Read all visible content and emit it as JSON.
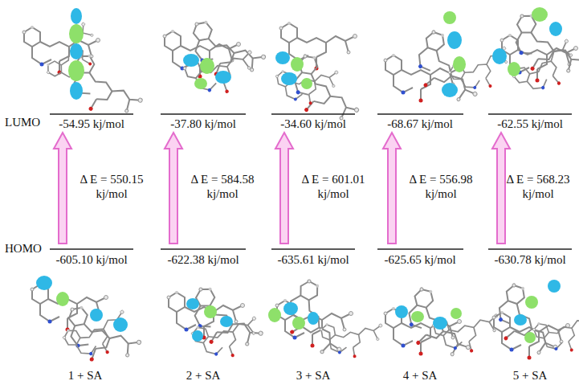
{
  "diagram": {
    "labels": [
      "LUMO",
      "-54.95 kj/mol",
      "-37.80 kj/mol",
      "-34.60 kj/mol",
      "-68.67 kj/mol",
      "-62.55 kj/mol",
      "Δ E = 550.15 kj/mol",
      "Δ E = 584.58 kj/mol",
      "Δ E = 601.01 kj/mol",
      "Δ E = 556.98 kj/mol",
      "Δ E = 568.23 kj/mol",
      "HOMO",
      "-605.10 kj/mol",
      "-622.38 kj/mol",
      "-635.61 kj/mol",
      "-625.65 kj/mol",
      "-630.78 kj/mol",
      "1 + SA",
      "2 + SA",
      "3 + SA",
      "4 + SA",
      "5 + SA"
    ]
  }
}
